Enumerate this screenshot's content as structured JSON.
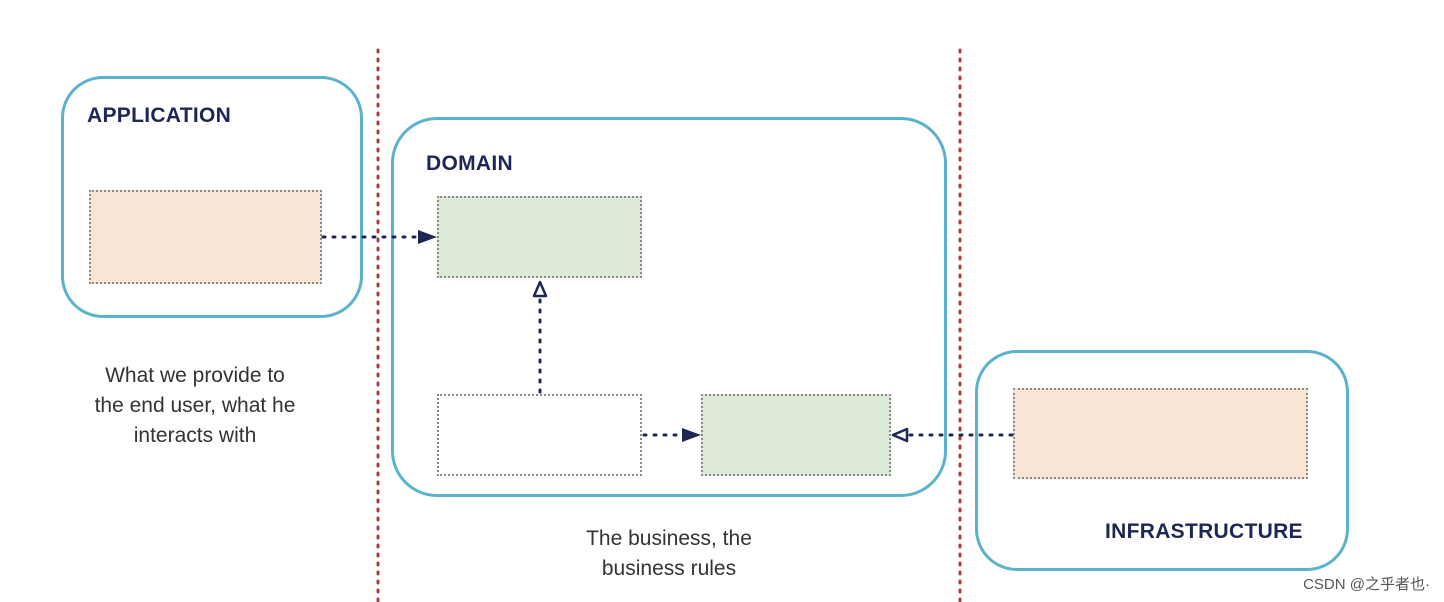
{
  "zones": {
    "application": {
      "title": "APPLICATION"
    },
    "domain": {
      "title": "DOMAIN"
    },
    "infrastructure": {
      "title": "INFRASTRUCTURE"
    }
  },
  "captions": {
    "application": [
      "What we provide to",
      "the end user, what he",
      "interacts with"
    ],
    "domain": [
      "The business, the",
      "business rules"
    ]
  },
  "watermark": "CSDN @之乎者也·",
  "colors": {
    "zone_border": "#5bb3cb",
    "boundary_line": "#b03a3a",
    "connector": "#1e2656",
    "peach_box": "#f9e6d4",
    "green_box": "#dde9d8",
    "title_text": "#1e2656"
  }
}
